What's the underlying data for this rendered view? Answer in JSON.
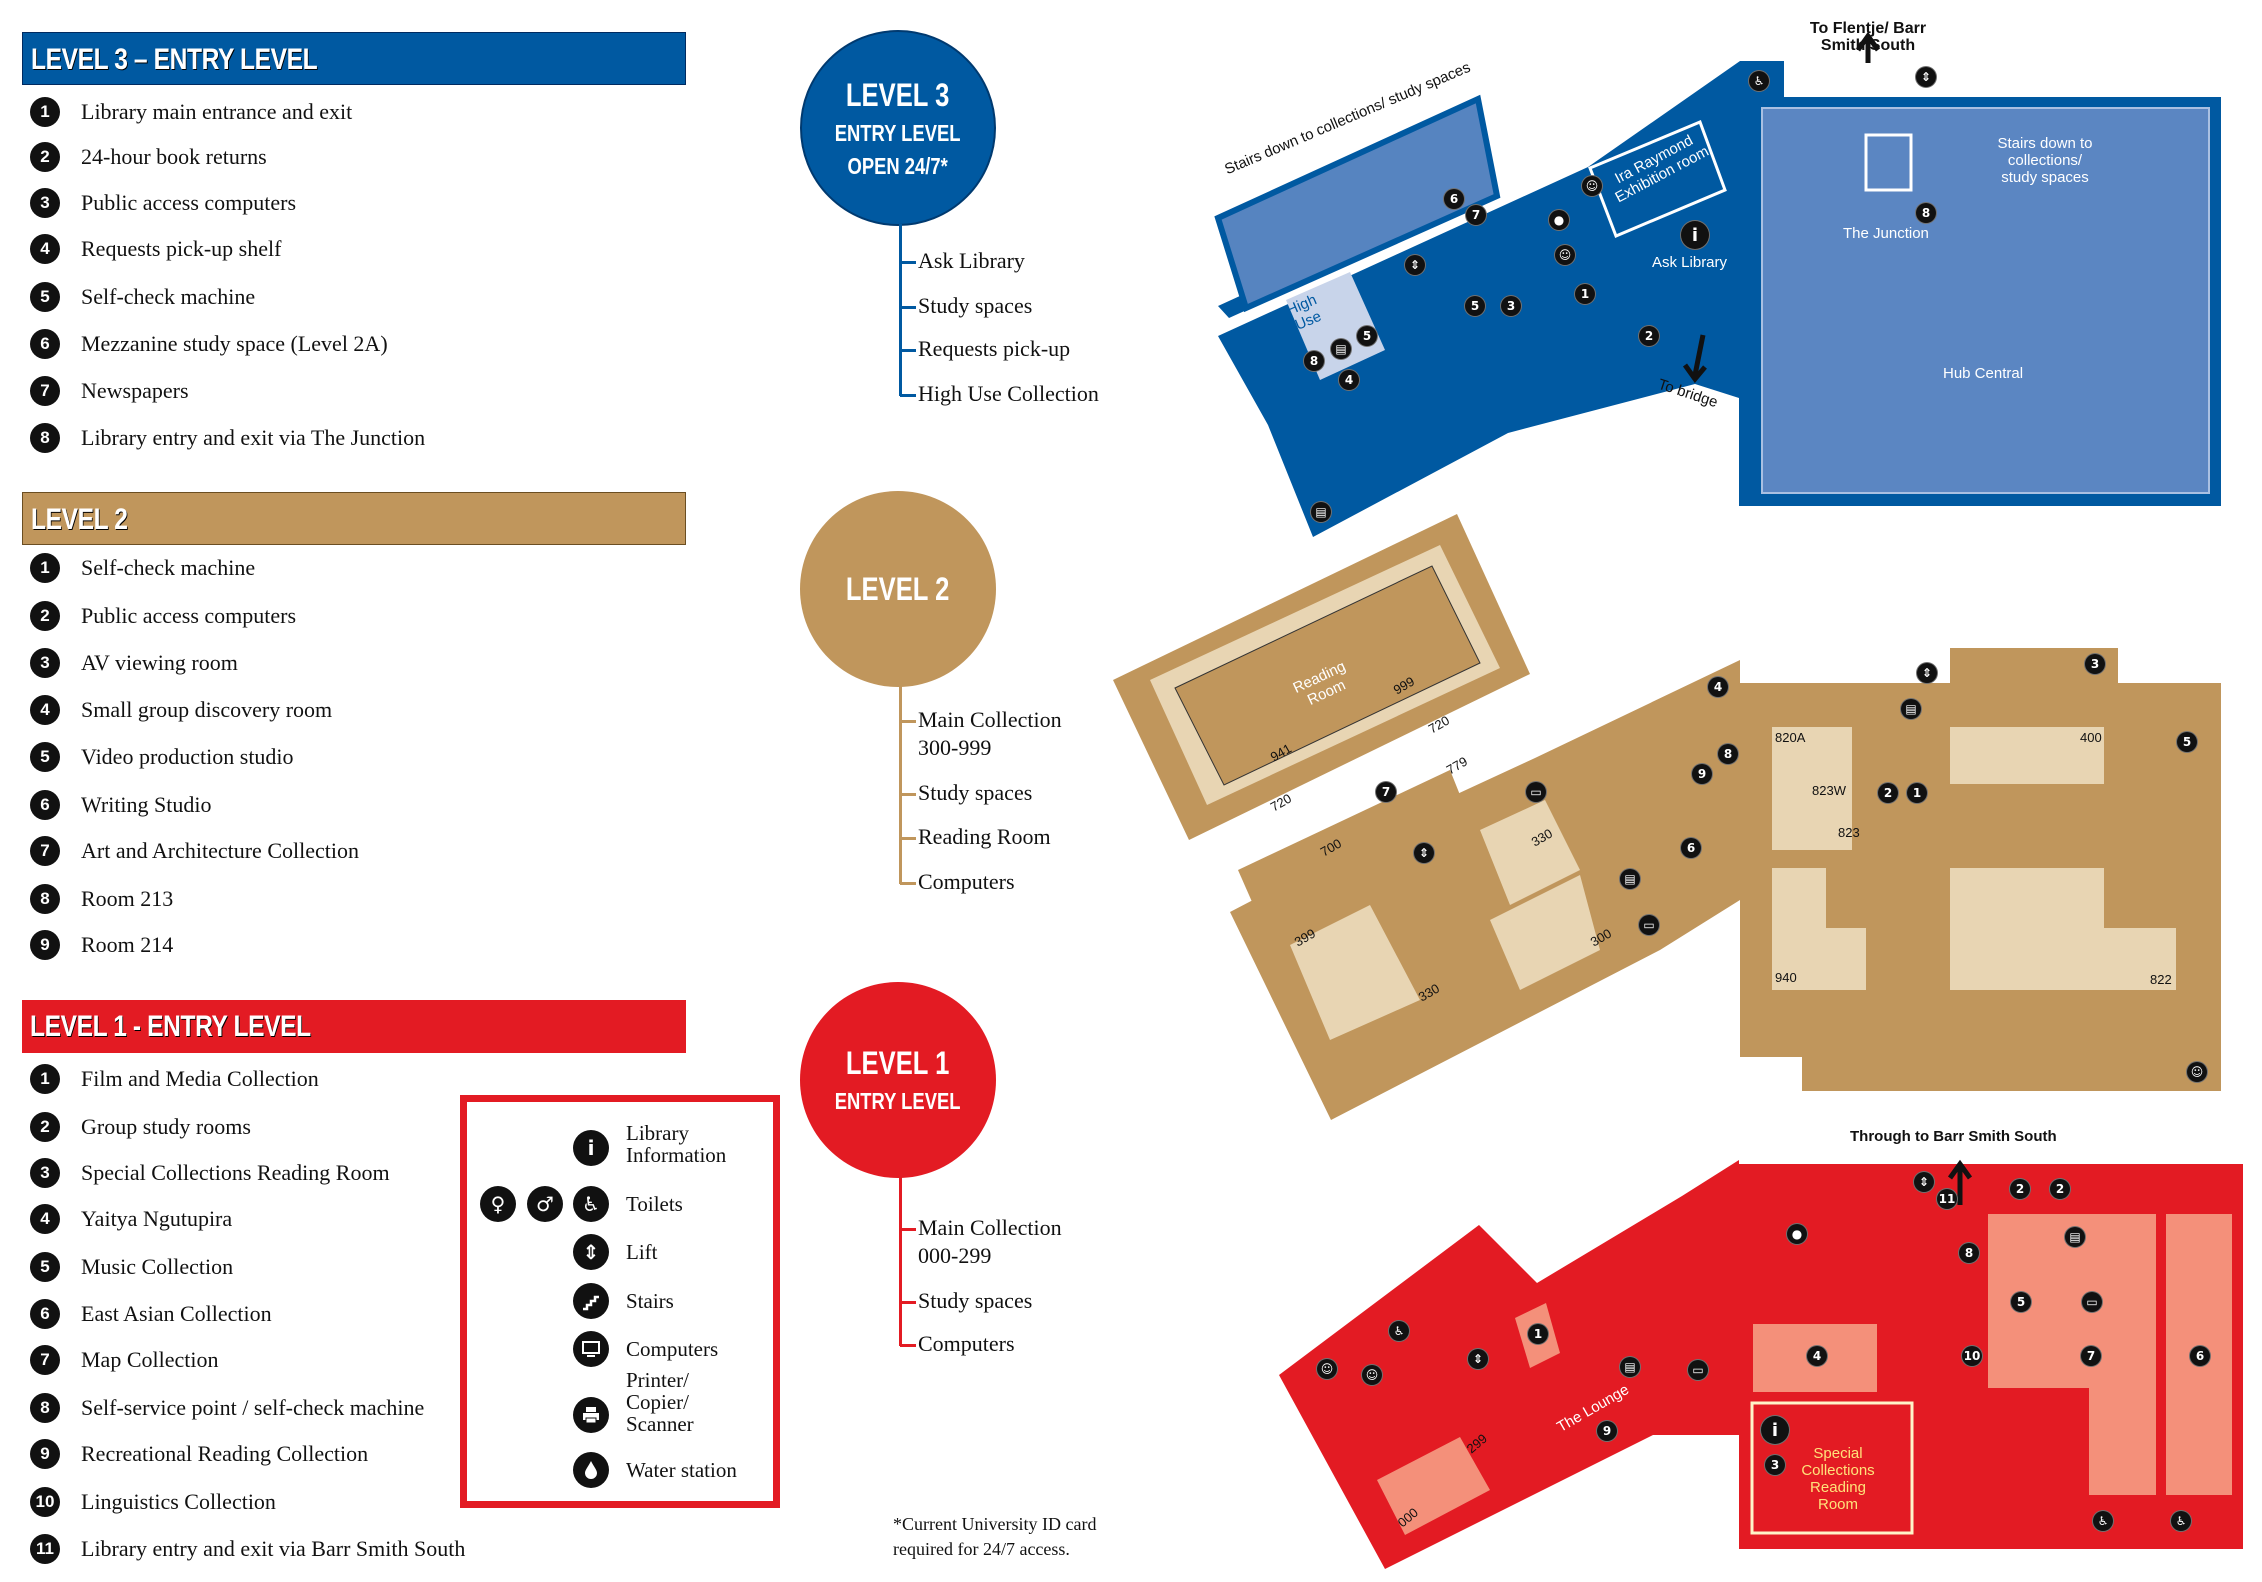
{
  "colors": {
    "level3": "#0059a1",
    "level2": "#c0965c",
    "level1": "#e31b23"
  },
  "level3": {
    "header": "LEVEL 3 – ENTRY LEVEL",
    "items": [
      "Library main entrance and exit",
      "24-hour book returns",
      "Public access computers",
      "Requests pick-up shelf",
      "Self-check machine",
      "Mezzanine study space (Level 2A)",
      "Newspapers",
      "Library entry and exit via The Junction"
    ],
    "circle": {
      "line1": "LEVEL 3",
      "line2": "ENTRY LEVEL",
      "line3": "OPEN 24/7*"
    },
    "features": [
      "Ask Library",
      "Study spaces",
      "Requests pick-up",
      "High Use Collection"
    ]
  },
  "level2": {
    "header": "LEVEL 2",
    "items": [
      "Self-check machine",
      "Public access computers",
      "AV viewing room",
      "Small group discovery room",
      "Video production studio",
      "Writing Studio",
      "Art and Architecture Collection",
      "Room 213",
      "Room 214"
    ],
    "circle": {
      "line1": "LEVEL 2"
    },
    "features": [
      "Main Collection",
      "300-999",
      "Study spaces",
      "Reading Room",
      "Computers"
    ]
  },
  "level1": {
    "header": "LEVEL 1 - ENTRY LEVEL",
    "items": [
      "Film and Media Collection",
      "Group study rooms",
      "Special Collections Reading Room",
      "Yaitya Ngutupira",
      "Music Collection",
      "East Asian Collection",
      "Map Collection",
      "Self-service point / self-check machine",
      "Recreational Reading Collection",
      "Linguistics Collection",
      "Library entry and exit via Barr Smith South"
    ],
    "circle": {
      "line1": "LEVEL 1",
      "line2": "ENTRY LEVEL"
    },
    "features": [
      "Main Collection",
      "000-299",
      "Study spaces",
      "Computers"
    ]
  },
  "legend": {
    "info": "Library Information",
    "toilets": "Toilets",
    "lift": "Lift",
    "stairs": "Stairs",
    "computers": "Computers",
    "printer": "Printer/ Copier/ Scanner",
    "water": "Water station"
  },
  "footnote": [
    "*Current University ID card",
    "required for 24/7 access."
  ],
  "map3": {
    "stairs_left": "Stairs down to collections/ study spaces",
    "ira": "Ira Raymond Exhibition room",
    "ask": "Ask Library",
    "junction": "The Junction",
    "stairs_right": "Stairs down to collections/ study spaces",
    "hub": "Hub Central",
    "bridge": "To bridge",
    "high_use": "High Use",
    "flentje": "To Flentje/ Barr Smith South",
    "markers": [
      "6",
      "7",
      "lift",
      "5",
      "3",
      "1",
      "2",
      "info",
      "8",
      "wheelchair",
      "lift",
      "toilet",
      "toilet",
      "water",
      "printer",
      "8",
      "printer",
      "5",
      "4"
    ]
  },
  "map2": {
    "reading": "Reading Room",
    "callnumbers": [
      "999",
      "941",
      "720",
      "779",
      "720",
      "700",
      "330",
      "300",
      "399",
      "330",
      "820A",
      "823W",
      "823",
      "940",
      "400",
      "822"
    ],
    "markers": [
      "4",
      "3",
      "lift",
      "printer",
      "2",
      "1",
      "5",
      "8",
      "9",
      "7",
      "computer",
      "lift",
      "6",
      "printer",
      "computer",
      "toilet"
    ]
  },
  "map1": {
    "through": "Through to Barr Smith South",
    "lounge": "The Lounge",
    "special": "Special Collections Reading Room",
    "callnumbers": [
      "299",
      "000"
    ],
    "markers": [
      "11",
      "lift",
      "2",
      "2",
      "water",
      "8",
      "printer",
      "5",
      "computer",
      "4",
      "10",
      "7",
      "6",
      "info",
      "3",
      "1",
      "lift",
      "wheelchair",
      "toilet",
      "toilet",
      "printer",
      "computer",
      "9",
      "wheelchair",
      "wheelchair"
    ]
  }
}
